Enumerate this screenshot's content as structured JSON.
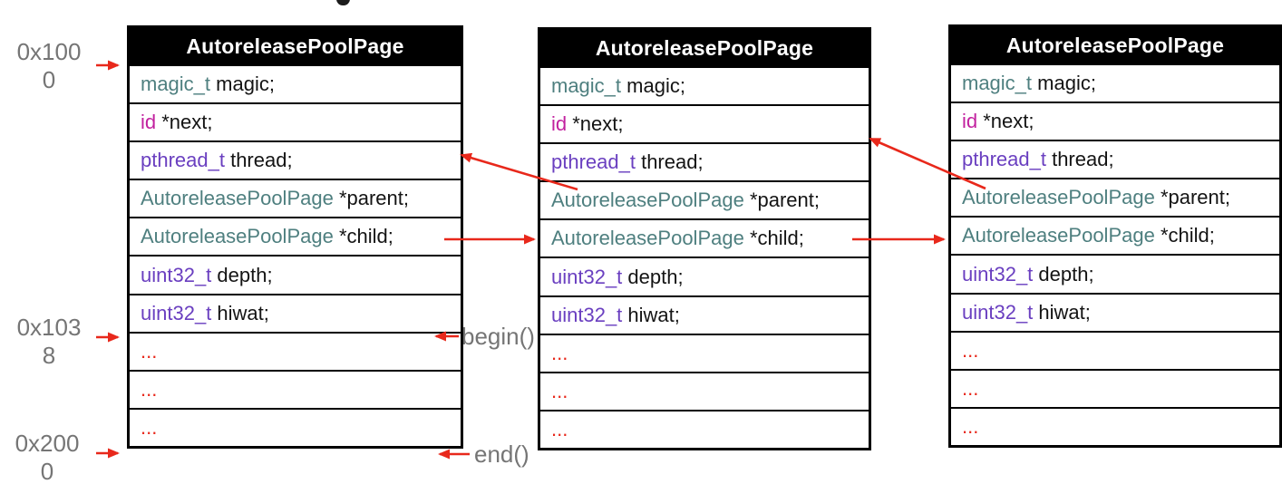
{
  "pages": [
    {
      "title": "AutoreleasePoolPage"
    },
    {
      "title": "AutoreleasePoolPage"
    },
    {
      "title": "AutoreleasePoolPage"
    }
  ],
  "struct_fields": [
    {
      "type": "magic_t",
      "rest": " magic;",
      "color": "#4e7f7f"
    },
    {
      "type": "id",
      "rest": " *next;",
      "color": "#c2219f"
    },
    {
      "type": "pthread_t",
      "rest": " thread;",
      "color": "#6a3fc0"
    },
    {
      "type": "AutoreleasePoolPage",
      "rest": " *parent;",
      "color": "#4e7f7f"
    },
    {
      "type": "AutoreleasePoolPage",
      "rest": " *child;",
      "color": "#4e7f7f"
    },
    {
      "type": "uint32_t",
      "rest": " depth;",
      "color": "#6a3fc0"
    },
    {
      "type": "uint32_t",
      "rest": " hiwat;",
      "color": "#6a3fc0"
    },
    {
      "type": "...",
      "rest": "",
      "color": "#e8281b"
    },
    {
      "type": "...",
      "rest": "",
      "color": "#e8281b"
    },
    {
      "type": "...",
      "rest": "",
      "color": "#e8281b"
    }
  ],
  "annotations": {
    "addresses": [
      {
        "label": "0x1000",
        "lines": [
          "0x100",
          "0"
        ]
      },
      {
        "label": "0x1038",
        "lines": [
          "0x103",
          "8"
        ]
      },
      {
        "label": "0x2000",
        "lines": [
          "0x200",
          "0"
        ]
      }
    ],
    "markers": [
      {
        "label": "begin()"
      },
      {
        "label": "end()"
      }
    ],
    "connections": [
      {
        "kind": "child-pointer",
        "from": "page-1 *child",
        "to": "page-2"
      },
      {
        "kind": "child-pointer",
        "from": "page-2 *child",
        "to": "page-3"
      },
      {
        "kind": "parent-pointer",
        "from": "page-2 *parent",
        "to": "page-1"
      },
      {
        "kind": "parent-pointer",
        "from": "page-3 *parent",
        "to": "page-2"
      }
    ]
  },
  "colors": {
    "arrow": "#e8281b",
    "label": "#757575",
    "body-text": "#141414"
  }
}
